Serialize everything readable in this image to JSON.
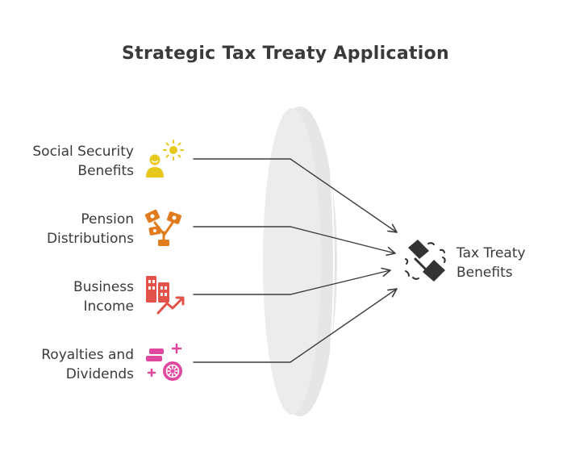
{
  "title": "Strategic Tax Treaty Application",
  "inputs": [
    {
      "line1": "Social Security",
      "line2": "Benefits",
      "icon": "person-sun-icon",
      "color": "#e8c81c"
    },
    {
      "line1": "Pension",
      "line2": "Distributions",
      "icon": "money-tree-icon",
      "color": "#e07c1e"
    },
    {
      "line1": "Business",
      "line2": "Income",
      "icon": "buildings-growth-icon",
      "color": "#e0524a"
    },
    {
      "line1": "Royalties and",
      "line2": "Dividends",
      "icon": "coins-wheel-icon",
      "color": "#e0479e"
    }
  ],
  "target": {
    "line1": "Tax Treaty",
    "line2": "Benefits",
    "icon": "handshake-icon",
    "color": "#333333"
  },
  "lens_color": "#e6e6e6",
  "line_color": "#3c3c3c"
}
